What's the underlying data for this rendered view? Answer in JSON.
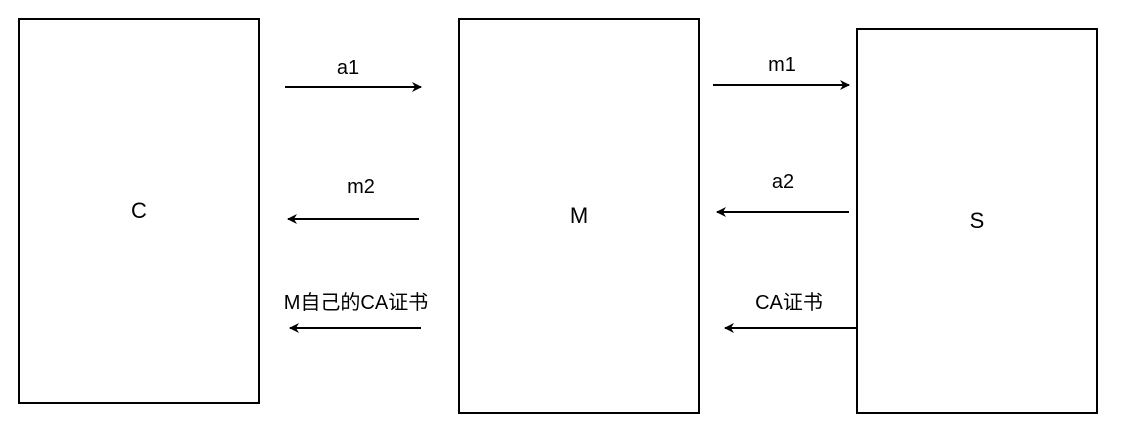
{
  "nodes": {
    "c": {
      "label": "C"
    },
    "m": {
      "label": "M"
    },
    "s": {
      "label": "S"
    }
  },
  "edges": {
    "a1": {
      "label": "a1"
    },
    "m1": {
      "label": "m1"
    },
    "m2": {
      "label": "m2"
    },
    "a2": {
      "label": "a2"
    },
    "m_ca": {
      "label": "M自己的CA证书"
    },
    "ca": {
      "label": "CA证书"
    }
  },
  "colors": {
    "stroke": "#000000",
    "background": "#ffffff"
  }
}
